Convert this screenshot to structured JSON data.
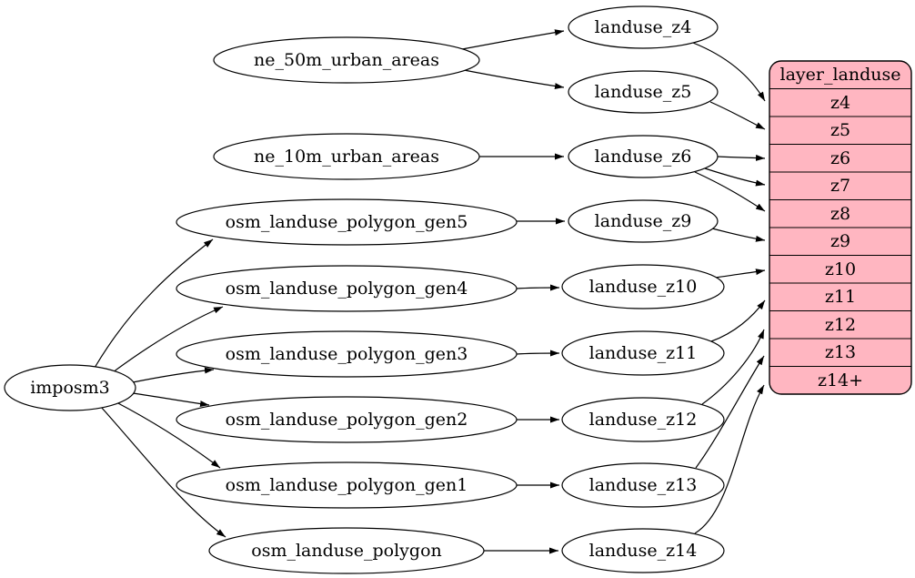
{
  "colors": {
    "background": "#ffffff",
    "node_fill": "#ffffff",
    "stroke": "#000000",
    "table_fill": "#ffb6c1"
  },
  "nodes": {
    "imposm3": "imposm3",
    "ne_50m_urban_areas": "ne_50m_urban_areas",
    "ne_10m_urban_areas": "ne_10m_urban_areas",
    "osm_landuse_polygon_gen5": "osm_landuse_polygon_gen5",
    "osm_landuse_polygon_gen4": "osm_landuse_polygon_gen4",
    "osm_landuse_polygon_gen3": "osm_landuse_polygon_gen3",
    "osm_landuse_polygon_gen2": "osm_landuse_polygon_gen2",
    "osm_landuse_polygon_gen1": "osm_landuse_polygon_gen1",
    "osm_landuse_polygon": "osm_landuse_polygon",
    "landuse_z4": "landuse_z4",
    "landuse_z5": "landuse_z5",
    "landuse_z6": "landuse_z6",
    "landuse_z9": "landuse_z9",
    "landuse_z10": "landuse_z10",
    "landuse_z11": "landuse_z11",
    "landuse_z12": "landuse_z12",
    "landuse_z13": "landuse_z13",
    "landuse_z14": "landuse_z14"
  },
  "table": {
    "title": "layer_landuse",
    "rows": [
      "z4",
      "z5",
      "z6",
      "z7",
      "z8",
      "z9",
      "z10",
      "z11",
      "z12",
      "z13",
      "z14+"
    ]
  },
  "edges": [
    {
      "from": "ne_50m_urban_areas",
      "to": "landuse_z4"
    },
    {
      "from": "ne_50m_urban_areas",
      "to": "landuse_z5"
    },
    {
      "from": "ne_10m_urban_areas",
      "to": "landuse_z6"
    },
    {
      "from": "imposm3",
      "to": "osm_landuse_polygon_gen5"
    },
    {
      "from": "imposm3",
      "to": "osm_landuse_polygon_gen4"
    },
    {
      "from": "imposm3",
      "to": "osm_landuse_polygon_gen3"
    },
    {
      "from": "imposm3",
      "to": "osm_landuse_polygon_gen2"
    },
    {
      "from": "imposm3",
      "to": "osm_landuse_polygon_gen1"
    },
    {
      "from": "imposm3",
      "to": "osm_landuse_polygon"
    },
    {
      "from": "osm_landuse_polygon_gen5",
      "to": "landuse_z9"
    },
    {
      "from": "osm_landuse_polygon_gen4",
      "to": "landuse_z10"
    },
    {
      "from": "osm_landuse_polygon_gen3",
      "to": "landuse_z11"
    },
    {
      "from": "osm_landuse_polygon_gen2",
      "to": "landuse_z12"
    },
    {
      "from": "osm_landuse_polygon_gen1",
      "to": "landuse_z13"
    },
    {
      "from": "osm_landuse_polygon",
      "to": "landuse_z14"
    },
    {
      "from": "landuse_z4",
      "to": "layer_landuse.z4"
    },
    {
      "from": "landuse_z5",
      "to": "layer_landuse.z5"
    },
    {
      "from": "landuse_z6",
      "to": "layer_landuse.z6"
    },
    {
      "from": "landuse_z6",
      "to": "layer_landuse.z7"
    },
    {
      "from": "landuse_z6",
      "to": "layer_landuse.z8"
    },
    {
      "from": "landuse_z9",
      "to": "layer_landuse.z9"
    },
    {
      "from": "landuse_z10",
      "to": "layer_landuse.z10"
    },
    {
      "from": "landuse_z11",
      "to": "layer_landuse.z11"
    },
    {
      "from": "landuse_z12",
      "to": "layer_landuse.z12"
    },
    {
      "from": "landuse_z13",
      "to": "layer_landuse.z13"
    },
    {
      "from": "landuse_z14",
      "to": "layer_landuse.z14+"
    }
  ]
}
